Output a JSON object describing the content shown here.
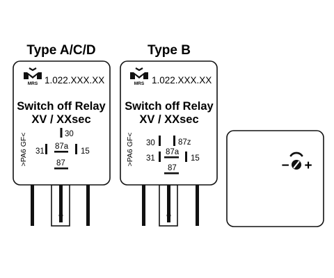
{
  "relays": [
    {
      "type_label": "Type A/C/D",
      "brand_logo": "mrs-logo",
      "brand_text": "MRS",
      "part_number": "1.022.XXX.XX",
      "name_line1": "Switch off Relay",
      "name_line2": "XV / XXsec",
      "material_mark": ">PA6 GF<",
      "terminals": [
        "30",
        "87a",
        "31",
        "15",
        "87"
      ]
    },
    {
      "type_label": "Type B",
      "brand_logo": "mrs-logo",
      "brand_text": "MRS",
      "part_number": "1.022.XXX.XX",
      "name_line1": "Switch off Relay",
      "name_line2": "XV / XXsec",
      "material_mark": ">PA6 GF<",
      "terminals": [
        "30",
        "87z",
        "87a",
        "31",
        "15",
        "87"
      ]
    }
  ],
  "side_panel": {
    "icon": "adjustment-potentiometer-icon",
    "minus": "−",
    "plus": "+"
  }
}
